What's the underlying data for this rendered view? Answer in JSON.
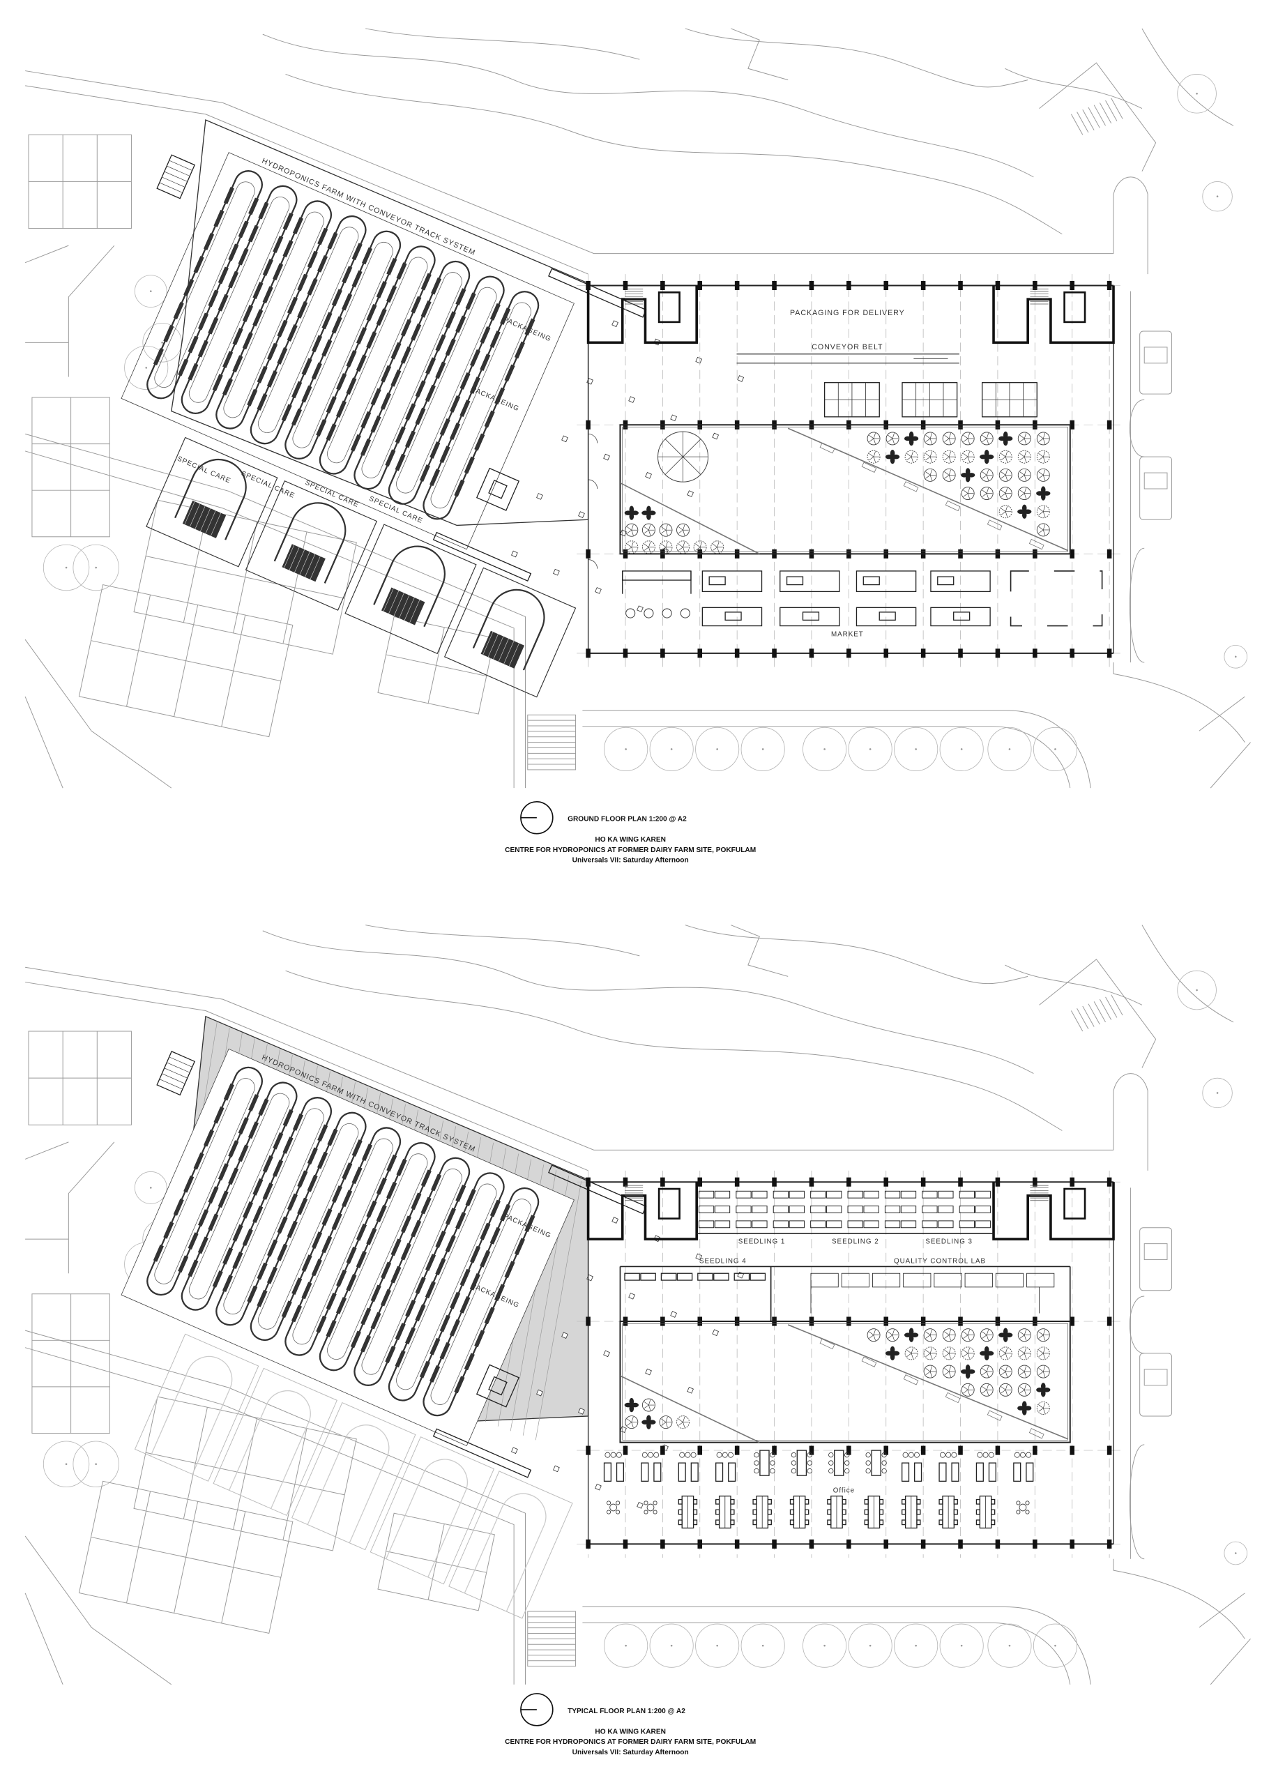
{
  "plans": [
    {
      "title": "GROUND FLOOR PLAN 1:200 @ A2",
      "author": "HO KA WING KAREN",
      "project": "CENTRE FOR HYDROPONICS AT FORMER DAIRY FARM SITE, POKFULAM",
      "course": "Universals VII: Saturday Afternoon",
      "labels": {
        "farm": "HYDROPONICS FARM WITH CONVEYOR TRACK SYSTEM",
        "packaging_1": "PACKAGEING",
        "packaging_2": "PACKAGEING",
        "special_care": [
          "SPECIAL CARE",
          "SPECIAL CARE",
          "SPECIAL CARE",
          "SPECIAL CARE"
        ],
        "delivery": "PACKAGING FOR DELIVERY",
        "conveyor": "CONVEYOR BELT",
        "market": "MARKET"
      }
    },
    {
      "title": "TYPICAL FLOOR PLAN 1:200 @ A2",
      "author": "HO KA WING KAREN",
      "project": "CENTRE FOR HYDROPONICS AT FORMER DAIRY FARM SITE, POKFULAM",
      "course": "Universals VII: Saturday Afternoon",
      "labels": {
        "farm": "HYDROPONICS FARM WITH CONVEYOR TRACK SYSTEM",
        "packaging_1": "PACKAGEING",
        "packaging_2": "PACKAGEING",
        "seedling_1": "SEEDLING 1",
        "seedling_2": "SEEDLING 2",
        "seedling_3": "SEEDLING 3",
        "seedling_4": "SEEDLING 4",
        "lab": "QUALITY CONTROL LAB",
        "office": "Office"
      }
    }
  ],
  "colors": {
    "line": "#222222",
    "site_line": "#9a9a9a",
    "hatch_fill": "#d6d6d6"
  },
  "icons": [
    "north-arrow-icon",
    "tree-icon",
    "plant-icon",
    "car-icon",
    "stair-icon"
  ]
}
